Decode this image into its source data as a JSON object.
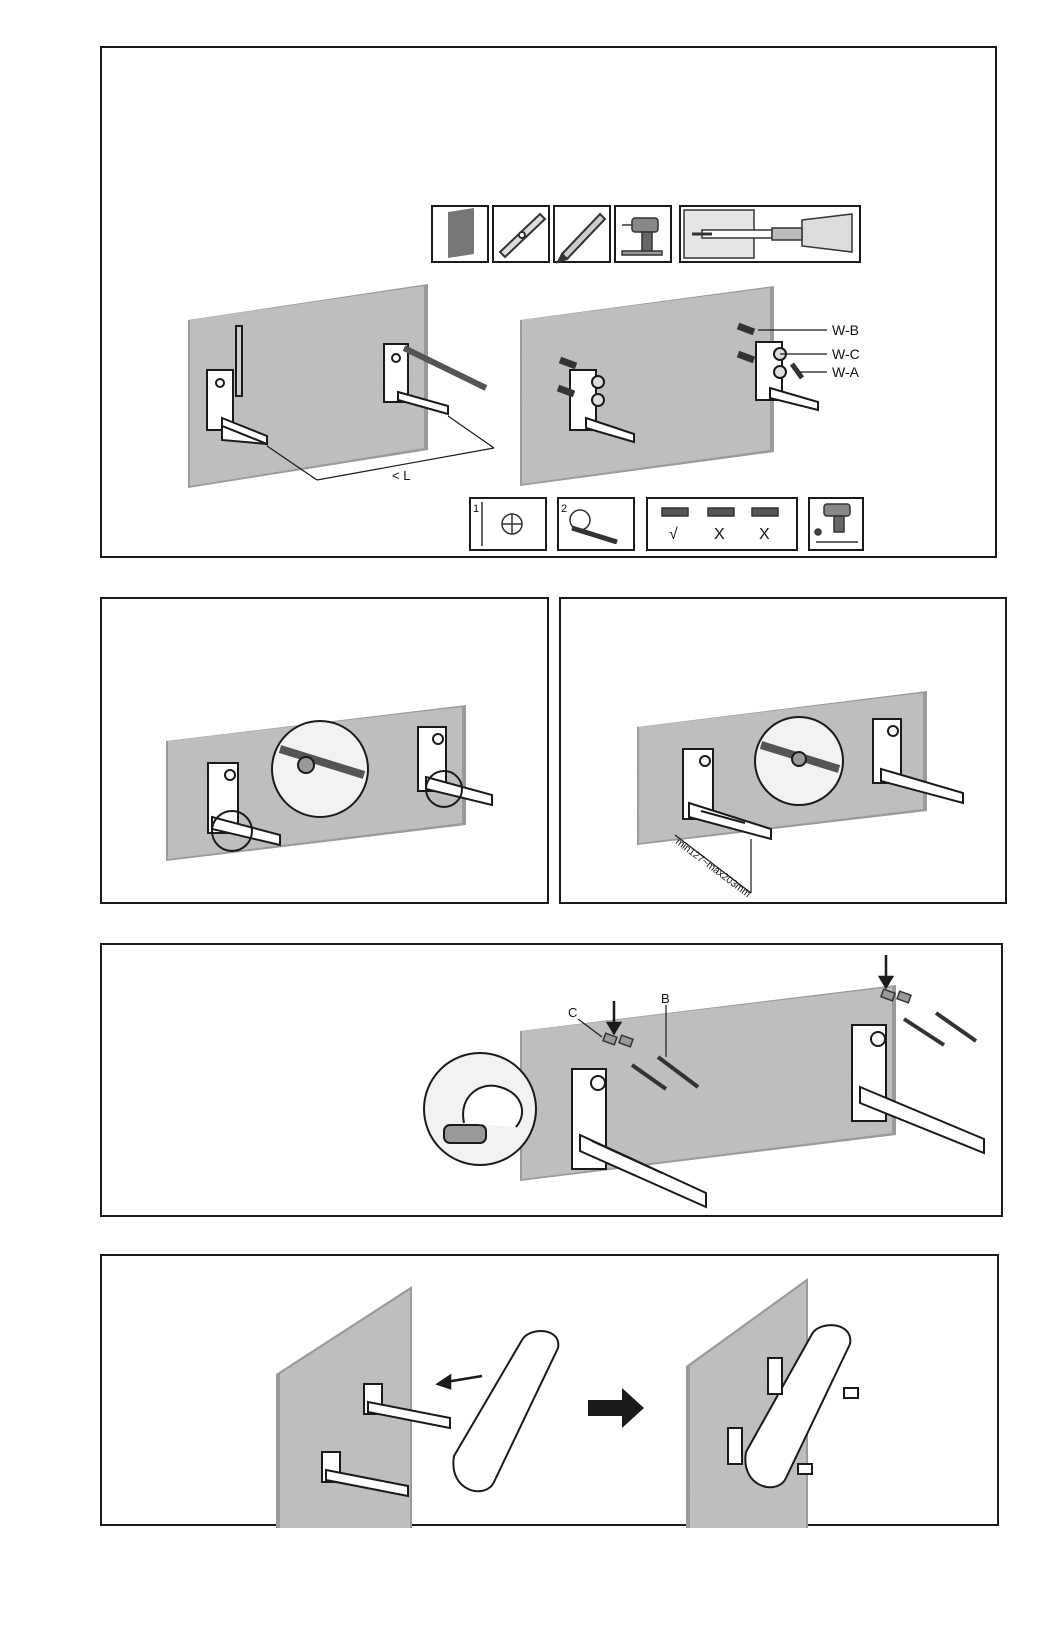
{
  "step1": {
    "labels": {
      "wb": "W-B",
      "wc": "W-C",
      "wa": "W-A",
      "length": "< L"
    },
    "tool_icons": [
      "wall-icon",
      "spirit-level-icon",
      "pencil-icon",
      "drill-icon",
      "drilling-depth-icon"
    ],
    "hint_icons": {
      "mark_step": "1",
      "screw_step": "2",
      "level_ok": "√",
      "level_bad_1": "X",
      "level_bad_2": "X"
    }
  },
  "step3": {
    "range_label": "min127~max203mm"
  },
  "step4": {
    "label_c": "C",
    "label_b": "B"
  },
  "colors": {
    "wall": "#b9b9b9",
    "wall_edge": "#9a9a9a",
    "frame": "#1a1a1a"
  }
}
